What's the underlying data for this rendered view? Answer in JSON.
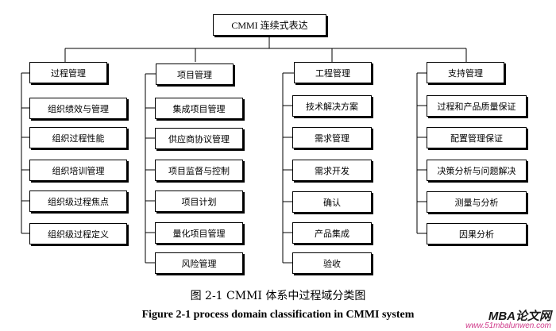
{
  "diagram": {
    "root": "CMMI 连续式表达",
    "categories": [
      {
        "title": "过程管理",
        "items": [
          "组织绩效与管理",
          "组织过程性能",
          "组织培训管理",
          "组织级过程焦点",
          "组织级过程定义"
        ]
      },
      {
        "title": "项目管理",
        "items": [
          "集成项目管理",
          "供应商协议管理",
          "项目监督与控制",
          "项目计划",
          "量化项目管理",
          "风险管理"
        ]
      },
      {
        "title": "工程管理",
        "items": [
          "技术解决方案",
          "需求管理",
          "需求开发",
          "确认",
          "产品集成",
          "验收"
        ]
      },
      {
        "title": "支持管理",
        "items": [
          "过程和产品质量保证",
          "配置管理保证",
          "决策分析与问题解决",
          "测量与分析",
          "因果分析"
        ]
      }
    ]
  },
  "caption": {
    "chinese": "图 2-1 CMMI 体系中过程域分类图",
    "english": "Figure 2-1 process domain classification in CMMI system"
  },
  "watermark": {
    "title": "MBA论文网",
    "url": "www.51mbalunwen.com"
  },
  "colors": {
    "line": "#000000",
    "box_border": "#000000",
    "watermark_url": "#d03a8a"
  }
}
